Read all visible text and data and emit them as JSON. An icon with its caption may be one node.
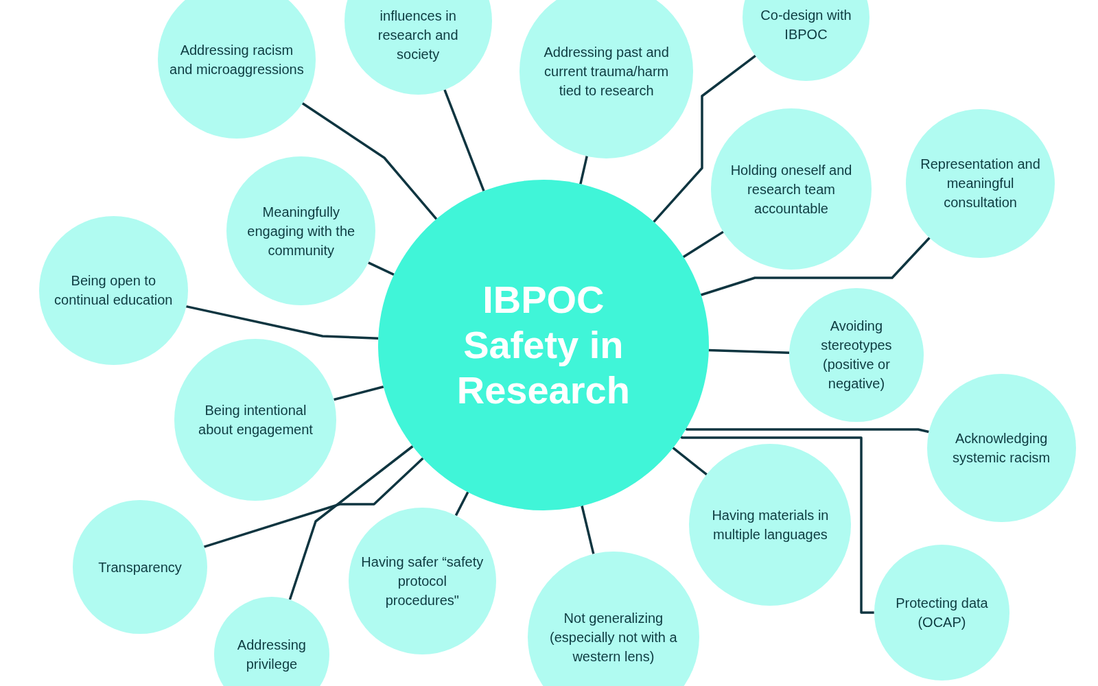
{
  "diagram": {
    "nodes": [
      {
        "text": [
          "IBPOC Safety in Research"
        ]
      },
      {
        "text": [
          "Addressing racism and microaggressions"
        ]
      },
      {
        "text": [
          "influences in research and society"
        ]
      },
      {
        "text": [
          "Addressing past and current trauma/harm tied to research"
        ]
      },
      {
        "text": [
          "Co-design with IBPOC"
        ]
      },
      {
        "text": [
          "Holding oneself and research team accountable"
        ]
      },
      {
        "text": [
          "Representation and meaningful consultation"
        ]
      },
      {
        "text": [
          "Meaningfully engaging with the community"
        ]
      },
      {
        "text": [
          "Being open to continual education"
        ]
      },
      {
        "text": [
          "Avoiding stereotypes (positive or negative)"
        ]
      },
      {
        "text": [
          "Being intentional about engagement"
        ]
      },
      {
        "text": [
          "Acknowledging systemic racism"
        ]
      },
      {
        "text": [
          "Having materials in multiple languages"
        ]
      },
      {
        "text": [
          "Transparency"
        ]
      },
      {
        "text": [
          "Having safer “safety protocol procedures\""
        ]
      },
      {
        "text": [
          "Not generalizing (especially not with a western lens)"
        ]
      },
      {
        "text": [
          "Protecting data (OCAP)"
        ]
      },
      {
        "text": [
          "Addressing privilege"
        ]
      }
    ],
    "edges": [
      {
        "from": 0,
        "to": 1,
        "arrow": "none"
      },
      {
        "from": 0,
        "to": 2,
        "arrow": "none"
      },
      {
        "from": 0,
        "to": 3,
        "arrow": "none"
      },
      {
        "from": 0,
        "to": 4,
        "arrow": "none"
      },
      {
        "from": 0,
        "to": 5,
        "arrow": "none"
      },
      {
        "from": 0,
        "to": 6,
        "arrow": "none"
      },
      {
        "from": 0,
        "to": 7,
        "arrow": "none"
      },
      {
        "from": 0,
        "to": 8,
        "arrow": "none"
      },
      {
        "from": 0,
        "to": 9,
        "arrow": "none"
      },
      {
        "from": 0,
        "to": 10,
        "arrow": "none"
      },
      {
        "from": 0,
        "to": 11,
        "arrow": "none"
      },
      {
        "from": 0,
        "to": 12,
        "arrow": "none"
      },
      {
        "from": 0,
        "to": 13,
        "arrow": "none"
      },
      {
        "from": 0,
        "to": 14,
        "arrow": "none"
      },
      {
        "from": 0,
        "to": 15,
        "arrow": "none"
      },
      {
        "from": 0,
        "to": 16,
        "arrow": "none"
      },
      {
        "from": 0,
        "to": 17,
        "arrow": "none"
      }
    ]
  }
}
